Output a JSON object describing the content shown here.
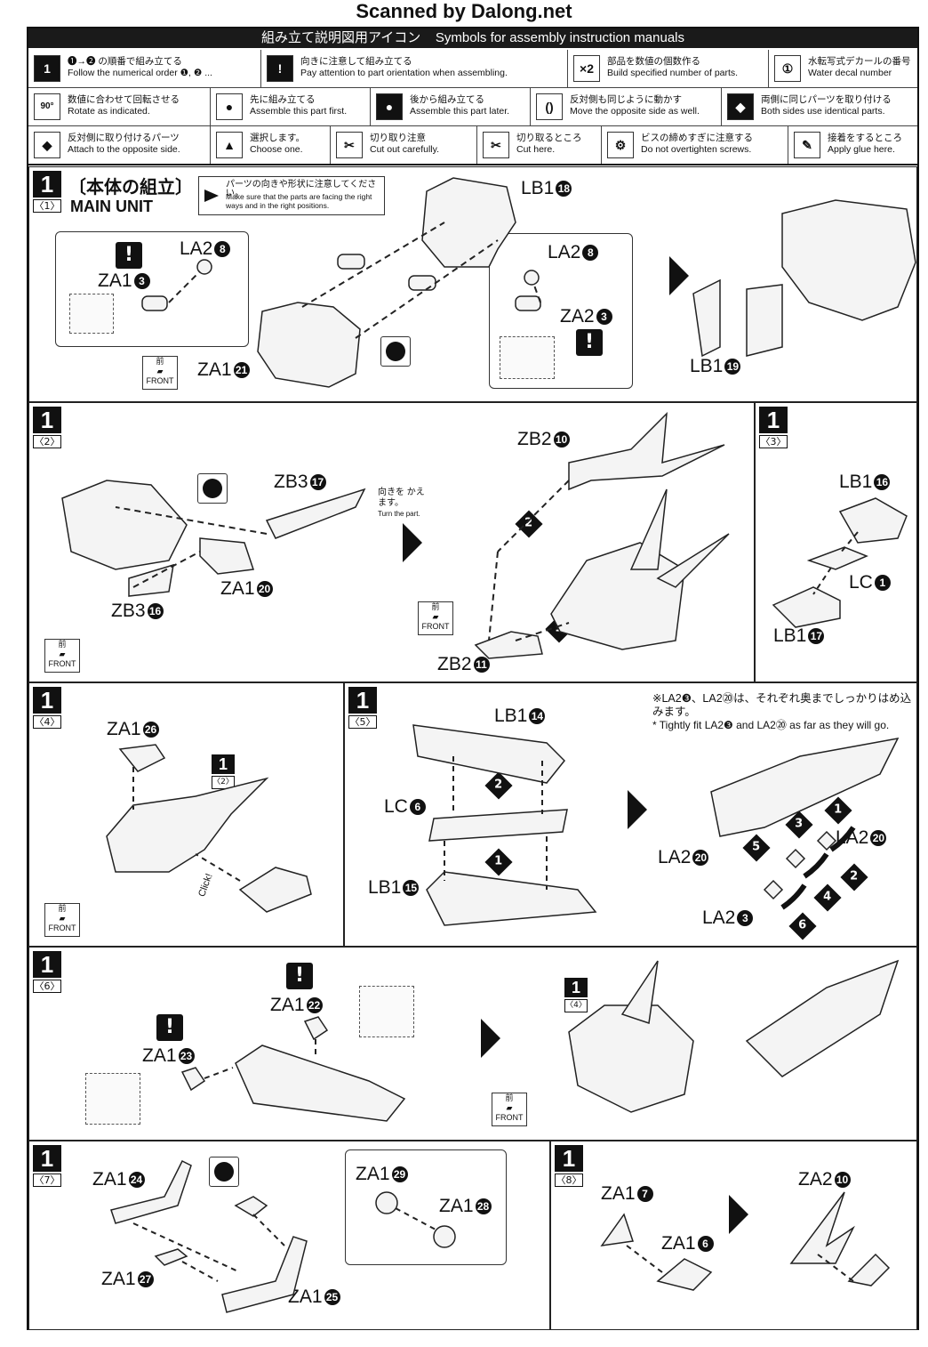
{
  "watermark": "Scanned by Dalong.net",
  "legend": {
    "title_jp": "組み立て説明図用アイコン",
    "title_en": "Symbols for assembly instruction manuals",
    "items": [
      {
        "icon": "1",
        "jp": "❶→❷ の順番で組み立てる",
        "en": "Follow the numerical order ❶, ❷ ..."
      },
      {
        "icon": "!",
        "jp": "向きに注意して組み立てる",
        "en": "Pay attention to part orientation when assembling."
      },
      {
        "icon": "×2",
        "jp": "部品を数値の個数作る",
        "en": "Build specified number of parts."
      },
      {
        "icon": "①",
        "jp": "水転写式デカールの番号",
        "en": "Water decal number"
      },
      {
        "icon": "90°",
        "jp": "数値に合わせて回転させる",
        "en": "Rotate as indicated."
      },
      {
        "icon": "●",
        "jp": "先に組み立てる",
        "en": "Assemble this part first."
      },
      {
        "icon": "●",
        "jp": "後から組み立てる",
        "en": "Assemble this part later."
      },
      {
        "icon": "()",
        "jp": "反対側も同じように動かす",
        "en": "Move the opposite side as well."
      },
      {
        "icon": "◆",
        "jp": "両側に同じパーツを取り付ける",
        "en": "Both sides use identical parts."
      },
      {
        "icon": "◆",
        "jp": "反対側に取り付けるパーツ",
        "en": "Attach to the opposite side."
      },
      {
        "icon": "▲",
        "jp": "選択します。",
        "en": "Choose one."
      },
      {
        "icon": "✂",
        "jp": "切り取り注意",
        "en": "Cut out carefully."
      },
      {
        "icon": "✂",
        "jp": "切り取るところ",
        "en": "Cut here."
      },
      {
        "icon": "⚙",
        "jp": "ビスの締めすぎに注意する",
        "en": "Do not overtighten screws."
      },
      {
        "icon": "✎",
        "jp": "接着をするところ",
        "en": "Apply glue here."
      }
    ]
  },
  "steps": {
    "s1": {
      "no": "1",
      "sub": "〈1〉",
      "title_jp": "〔本体の組立〕",
      "title_en": "MAIN UNIT",
      "warn_jp": "パーツの向きや形状に注意してください。",
      "warn_en": "Make sure that the parts are facing the right ways and in the right positions.",
      "labels": {
        "lb1_18": "LB1",
        "la2_8a": "LA2",
        "za1_3": "ZA1",
        "la2_8b": "LA2",
        "za2_3": "ZA2",
        "za1_21": "ZA1",
        "lb1_19": "LB1"
      },
      "nums": {
        "lb1_18": "18",
        "la2_8a": "8",
        "za1_3": "3",
        "la2_8b": "8",
        "za2_3": "3",
        "za1_21": "21",
        "lb1_19": "19"
      }
    },
    "s2": {
      "no": "1",
      "sub": "〈2〉",
      "turn_jp": "向きを かえます。",
      "turn_en": "Turn the part.",
      "labels": {
        "zb3_17": "ZB3",
        "za1_20": "ZA1",
        "zb3_16": "ZB3",
        "zb2_10": "ZB2",
        "zb2_11": "ZB2"
      },
      "nums": {
        "zb3_17": "17",
        "za1_20": "20",
        "zb3_16": "16",
        "zb2_10": "10",
        "zb2_11": "11"
      }
    },
    "s3": {
      "no": "1",
      "sub": "〈3〉",
      "labels": {
        "lb1_16": "LB1",
        "lc_1": "LC",
        "lb1_17": "LB1"
      },
      "nums": {
        "lb1_16": "16",
        "lc_1": "1",
        "lb1_17": "17"
      }
    },
    "s4": {
      "no": "1",
      "sub": "〈4〉",
      "click": "Click!",
      "ref": "〈2〉",
      "labels": {
        "za1_26": "ZA1"
      },
      "nums": {
        "za1_26": "26"
      }
    },
    "s5": {
      "no": "1",
      "sub": "〈5〉",
      "note_jp": "※LA2❸、LA2⑳は、それぞれ奥までしっかりはめ込みます。",
      "note_en": "* Tightly fit LA2❸ and LA2⑳ as far as they will go.",
      "labels": {
        "lb1_14": "LB1",
        "lc_6": "LC",
        "lb1_15": "LB1",
        "la2_20a": "LA2",
        "la2_20b": "LA2",
        "la2_3": "LA2"
      },
      "nums": {
        "lb1_14": "14",
        "lc_6": "6",
        "lb1_15": "15",
        "la2_20a": "20",
        "la2_20b": "20",
        "la2_3": "3"
      }
    },
    "s6": {
      "no": "1",
      "sub": "〈6〉",
      "ref": "〈4〉",
      "labels": {
        "za1_22": "ZA1",
        "za1_23": "ZA1"
      },
      "nums": {
        "za1_22": "22",
        "za1_23": "23"
      }
    },
    "s7": {
      "no": "1",
      "sub": "〈7〉",
      "labels": {
        "za1_24": "ZA1",
        "za1_29": "ZA1",
        "za1_28": "ZA1",
        "za1_27": "ZA1",
        "za1_25": "ZA1"
      },
      "nums": {
        "za1_24": "24",
        "za1_29": "29",
        "za1_28": "28",
        "za1_27": "27",
        "za1_25": "25"
      }
    },
    "s8": {
      "no": "1",
      "sub": "〈8〉",
      "labels": {
        "za1_7": "ZA1",
        "za1_6": "ZA1",
        "za2_10": "ZA2"
      },
      "nums": {
        "za1_7": "7",
        "za1_6": "6",
        "za2_10": "10"
      }
    }
  },
  "front": {
    "jp": "前",
    "en": "FRONT"
  },
  "order_marks": [
    "1",
    "2",
    "3",
    "4",
    "5",
    "6"
  ]
}
